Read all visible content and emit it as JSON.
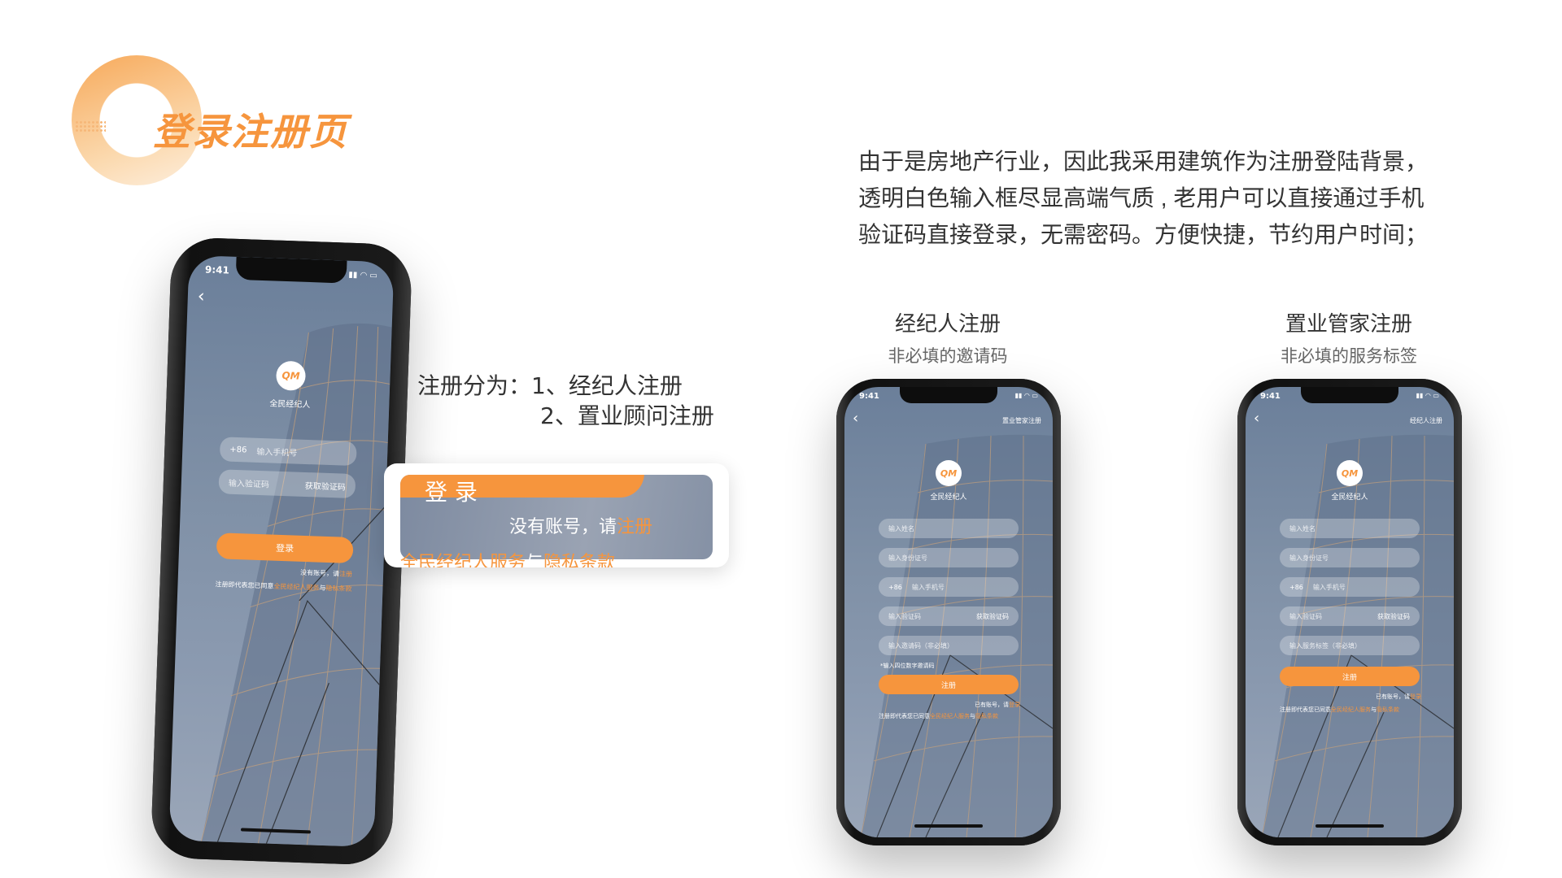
{
  "header": {
    "title": "登录注册页"
  },
  "description": [
    "由于是房地产行业，因此我采用建筑作为注册登陆背景，",
    "透明白色输入框尽显高端气质 , 老用户可以直接通过手机",
    "验证码直接登录，无需密码。方便快捷，节约用户时间；"
  ],
  "registration_types": {
    "prefix": "注册分为：",
    "items": [
      "1、经纪人注册",
      "2、置业顾问注册"
    ]
  },
  "agent_section": {
    "title": "经纪人注册",
    "subtitle": "非必填的邀请码"
  },
  "consultant_section": {
    "title": "置业管家注册",
    "subtitle": "非必填的服务标签"
  },
  "login_phone": {
    "time": "9:41",
    "app_name": "全民经纪人",
    "logo_text": "QM",
    "phone_prefix": "+86",
    "phone_placeholder": "输入手机号",
    "code_placeholder": "输入验证码",
    "get_code": "获取验证码",
    "login_button": "登录",
    "no_account": "没有账号，请",
    "register_link": "注册",
    "terms_prefix": "注册即代表您已同意",
    "terms_service": "全民经纪人服务",
    "terms_and": "与",
    "terms_privacy": "隐私条款"
  },
  "callout": {
    "button": "登 录",
    "no_account": "没有账号，请",
    "register_link": "注册",
    "terms_service": "全民经纪人服务",
    "terms_and": "与",
    "terms_privacy": "隐私条款"
  },
  "agent_phone": {
    "time": "9:41",
    "top_link": "置业管家注册",
    "app_name": "全民经纪人",
    "logo_text": "QM",
    "name_placeholder": "输入姓名",
    "id_placeholder": "输入身份证号",
    "phone_prefix": "+86",
    "phone_placeholder": "输入手机号",
    "code_placeholder": "输入验证码",
    "get_code": "获取验证码",
    "invite_placeholder": "输入邀请码（非必填）",
    "invite_hint": "*输入四位数字邀请码",
    "register_button": "注册",
    "have_account": "已有账号，请",
    "login_link": "登录",
    "terms_prefix": "注册即代表您已同意",
    "terms_service": "全民经纪人服务",
    "terms_and": "与",
    "terms_privacy": "隐私条款"
  },
  "consultant_phone": {
    "time": "9:41",
    "top_link": "经纪人注册",
    "app_name": "全民经纪人",
    "logo_text": "QM",
    "name_placeholder": "输入姓名",
    "id_placeholder": "输入身份证号",
    "phone_prefix": "+86",
    "phone_placeholder": "输入手机号",
    "code_placeholder": "输入验证码",
    "get_code": "获取验证码",
    "tag_placeholder": "输入服务标签（非必填）",
    "register_button": "注册",
    "have_account": "已有账号，请",
    "login_link": "登录",
    "terms_prefix": "注册即代表您已同意",
    "terms_service": "全民经纪人服务",
    "terms_and": "与",
    "terms_privacy": "隐私条款"
  },
  "colors": {
    "accent": "#f6953d",
    "text": "#333333",
    "subtext": "#666666"
  }
}
